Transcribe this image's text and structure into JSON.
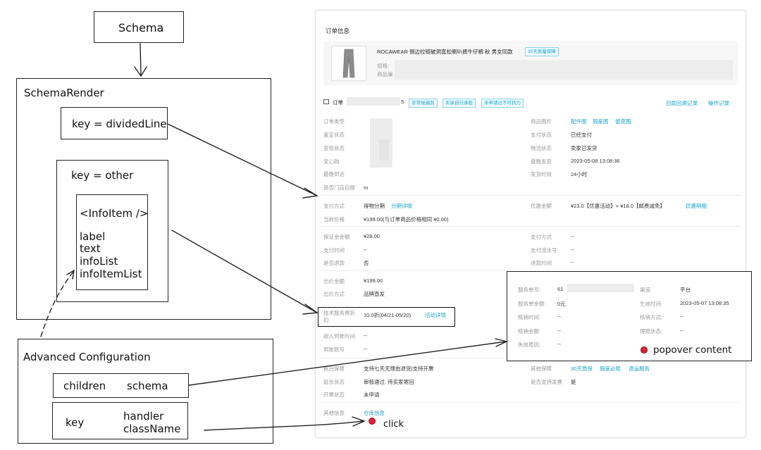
{
  "left": {
    "schema": "Schema",
    "schema_render": "SchemaRender",
    "divided_line": "key = dividedLine",
    "other": "key = other",
    "info_item_tag": "<InfoItem />",
    "info_item_props": [
      "label",
      "text",
      "infoList",
      "infoItemList"
    ],
    "advanced": "Advanced Configuration",
    "children": "children",
    "schema_word": "schema",
    "key_word": "key",
    "handler": "handler",
    "class_name": "className"
  },
  "panel": {
    "title": "订单信息",
    "product_name": "ROCAWEAR 侧边拉链破洞宽松喇叭裤牛仔裤 秋 男女同款",
    "product_tag": "30天质量保障",
    "spec_label": "规格:",
    "product_id_label": "商品编",
    "order_label": "订单",
    "order_suffix": "5",
    "order_tags": [
      "非常规遍到",
      "买家自行承担",
      "未申请过不可抗力"
    ],
    "header_links": [
      "自助回溯记录",
      "操作记录"
    ],
    "left_col1": [
      "订单类型",
      "鉴定状态",
      "查验状态",
      "安心购",
      "最晚到达",
      "是否门店自提"
    ],
    "left_val_last": "m",
    "right_labels1": [
      "商品图片",
      "支付状态",
      "物流状态",
      "最晚发货",
      "发货时效"
    ],
    "right_links_img": [
      "配件图",
      "瑕疵图",
      "留底图"
    ],
    "right_vals1": [
      "已经支付",
      "卖家已发货",
      "2023-05-08 13:08:36",
      "24小时"
    ],
    "pay_method_label": "支付方式",
    "pay_method_val": "得物分期",
    "pay_method_link": "分期详情",
    "discount_label": "优惠金额",
    "discount_val": "¥23.0【优惠活动】+ ¥18.0【邮费减免】",
    "discount_link": "优惠明细",
    "current_price_label": "当前价格",
    "current_price_val": "¥199.00(与订单商品价格相同 ¥0.00)",
    "deposit_rows": [
      {
        "l": "保证金金额",
        "v": "¥28.00",
        "l2": "支付方式",
        "v2": "--"
      },
      {
        "l": "支付时间",
        "v": "--",
        "l2": "支付流水号",
        "v2": "--"
      },
      {
        "l": "是否退款",
        "v": "否",
        "l2": "退款时间",
        "v2": "--"
      }
    ],
    "bid_amount_label": "出价金额",
    "bid_amount_val": "¥199.00",
    "bid_method_label": "出价方式",
    "bid_method_val": "品牌直发",
    "tech_fee_label": "技术服务费折扣",
    "tech_fee_val": "10.0折(04/21-05/20)",
    "tech_fee_link": "活动详情",
    "income_label": "收入到账时间",
    "income_val": "--",
    "account_label": "到账账号",
    "account_val": "--",
    "after_sale_label": "售后保障",
    "after_sale_val": "支持七天无理由退货|支持开票",
    "extend_label": "延长状态",
    "extend_val": "审核通过, 待买家寄回",
    "invoice_label": "开票状态",
    "invoice_val": "未申请",
    "other_service_label": "其他保障",
    "other_service_links": [
      "30天质保",
      "瑕疵必赔",
      "退运服务"
    ],
    "support_label": "是否支持发票",
    "support_val": "是",
    "other_info_label": "其他信息",
    "other_info_link": "仓库信息",
    "click_text": "click"
  },
  "popover": {
    "rows": [
      {
        "l": "服务单号:",
        "v": "61",
        "l2": "渠道:",
        "v2": "平台"
      },
      {
        "l": "服务单金额:",
        "v": "0元",
        "l2": "生效时间:",
        "v2": "2023-05-07 13:08:35"
      },
      {
        "l": "核销时间:",
        "v": "--",
        "l2": "核销方式:",
        "v2": "--"
      },
      {
        "l": "核销金额:",
        "v": "--",
        "l2": "理赔状态:",
        "v2": "--"
      },
      {
        "l": "失效原因:",
        "v": "--",
        "l2": "",
        "v2": ""
      }
    ],
    "caption": "popover content"
  }
}
